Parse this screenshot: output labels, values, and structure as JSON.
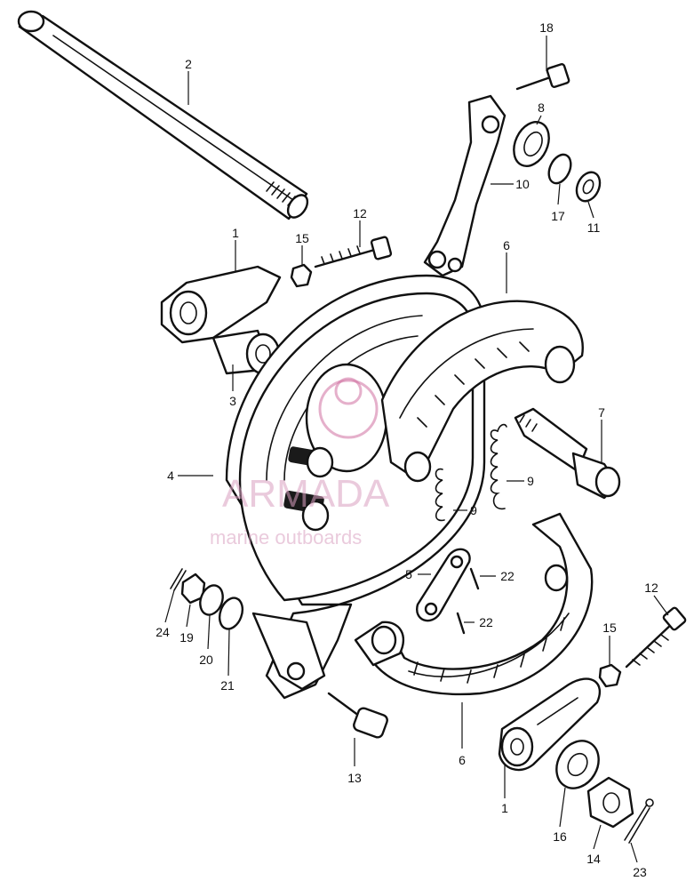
{
  "diagram": {
    "callouts": [
      "18",
      "2",
      "8",
      "10",
      "17",
      "11",
      "12",
      "15",
      "1",
      "6",
      "3",
      "7",
      "4",
      "9",
      "9",
      "5",
      "22",
      "22",
      "24",
      "19",
      "20",
      "21",
      "12",
      "15",
      "13",
      "6",
      "1",
      "16",
      "14",
      "23"
    ]
  },
  "watermark": {
    "name": "ARMADA",
    "tagline": "marine outboards",
    "color": "#d06fa0"
  }
}
